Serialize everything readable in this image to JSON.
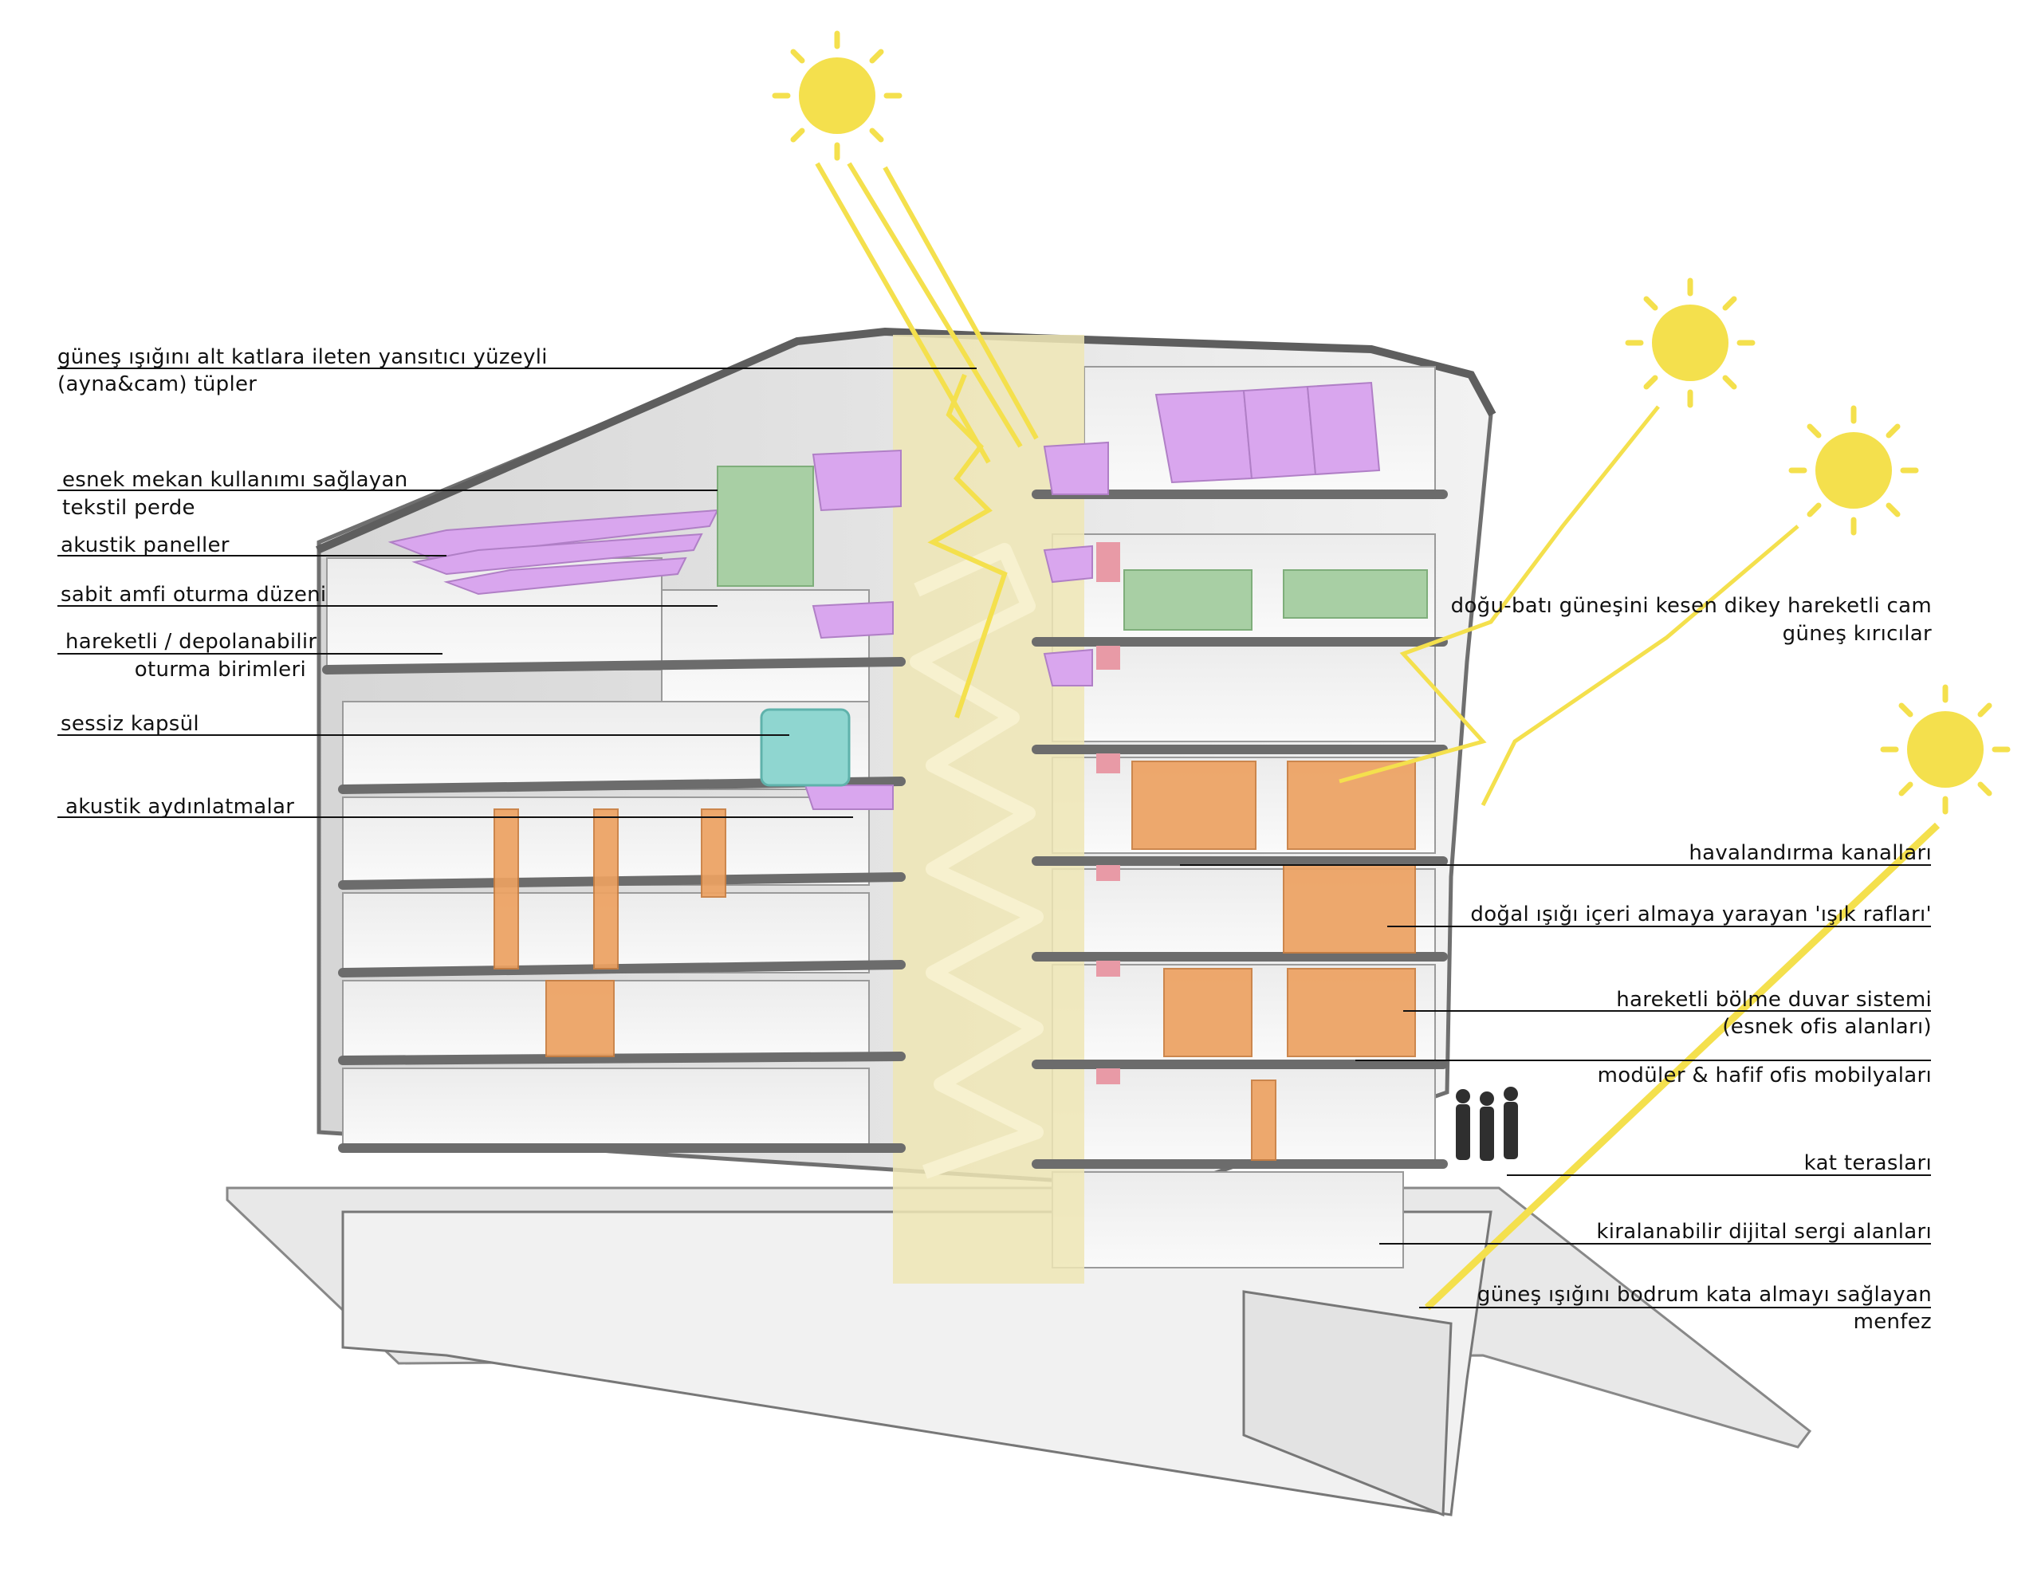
{
  "labels_left": [
    {
      "id": "reflective-tubes",
      "lines": [
        "güneş ışığını alt katlara ileten yansıtıcı yüzeyli",
        "(ayna&cam) tüpler"
      ]
    },
    {
      "id": "textile-curtain",
      "lines": [
        "esnek mekan kullanımı sağlayan",
        "tekstil perde"
      ]
    },
    {
      "id": "acoustic-panels",
      "lines": [
        "akustik paneller"
      ]
    },
    {
      "id": "amphi-seating",
      "lines": [
        "sabit amfi oturma düzeni"
      ]
    },
    {
      "id": "movable-seating",
      "lines": [
        "hareketli / depolanabilir",
        "oturma birimleri"
      ]
    },
    {
      "id": "quiet-capsule",
      "lines": [
        "sessiz kapsül"
      ]
    },
    {
      "id": "acoustic-lighting",
      "lines": [
        "akustik aydınlatmalar"
      ]
    }
  ],
  "labels_right": [
    {
      "id": "vertical-sunshades",
      "lines": [
        "doğu-batı güneşini kesen dikey hareketli cam",
        "güneş kırıcılar"
      ]
    },
    {
      "id": "ventilation-ducts",
      "lines": [
        "havalandırma kanalları"
      ]
    },
    {
      "id": "light-shelves",
      "lines": [
        "doğal ışığı içeri almaya yarayan 'ışık rafları'"
      ]
    },
    {
      "id": "partition-walls",
      "lines": [
        "hareketli bölme duvar sistemi",
        "(esnek ofis alanları)"
      ]
    },
    {
      "id": "modular-furniture",
      "lines": [
        "modüler & hafif ofis mobilyaları"
      ]
    },
    {
      "id": "floor-terraces",
      "lines": [
        "kat terasları"
      ]
    },
    {
      "id": "digital-exhibition",
      "lines": [
        "kiralanabilir dijital sergi alanları"
      ]
    },
    {
      "id": "basement-vent",
      "lines": [
        "güneş ışığını bodrum kata almayı sağlayan",
        "menfez"
      ]
    }
  ],
  "colors": {
    "sun": "#f4e04d",
    "acoustic_panel": "#d9a6ee",
    "textile_curtain": "#a8cfa4",
    "quiet_capsule": "#8fd6d0",
    "partition_wall": "#eda262",
    "light_well": "#efe6b5",
    "vent_duct": "#e89aa6",
    "structure_dark": "#8a8a8a",
    "structure_light": "#e4e4e4"
  }
}
